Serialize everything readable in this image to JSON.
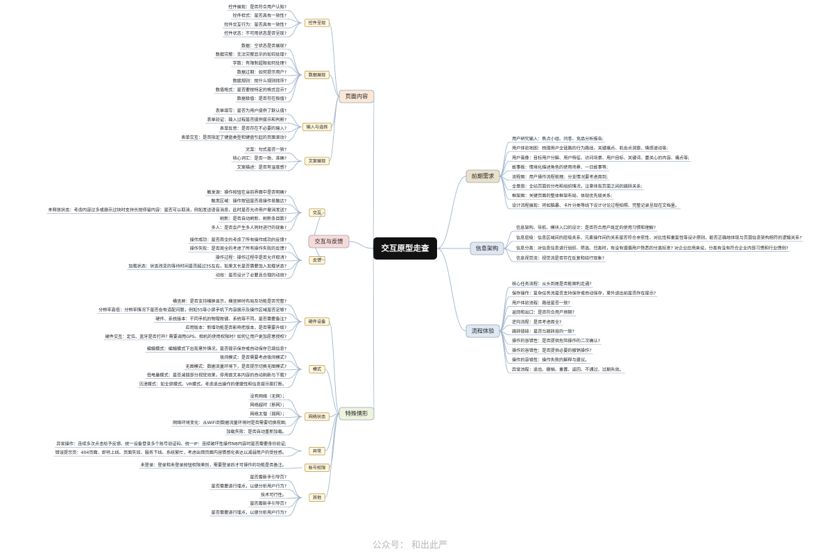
{
  "root": "交互原型走查",
  "watermark": "公众号： 和出此严",
  "colors": {
    "line": "#9fb4cc",
    "root_bg": "#111111",
    "root_text": "#ffffff",
    "page_content": "#fbe7d6",
    "interaction": "#f6dada",
    "special": "#eef3df",
    "early": "#e9e1c9",
    "info": "#dfe7f2",
    "flow": "#dfe9f3",
    "sub_border": "#b9933d",
    "sub_bg": "#fff6de"
  },
  "left": [
    {
      "label": "页面内容",
      "color": "page_content",
      "groups": [
        {
          "label": "控件呈现",
          "leaves": [
            "控件展现：是否符合用户认知?",
            "控件样式：是否具有一致性?",
            "控件交互行为：是否具有一致性?",
            "控件状态：不可用状态是否呈现?"
          ]
        },
        {
          "label": "数据展现",
          "leaves": [
            "数据：空状态是否展现?",
            "数据完整：无法完整显示的如何处理?",
            "字数：有限制超限如何处理?",
            "数据过期：如何提示用户?",
            "数据规则：按什么规则排序?",
            "数值格式：是否要按特定的格式显示?",
            "数据极值：是否存在极值?"
          ]
        },
        {
          "label": "输入与选择",
          "leaves": [
            "表单填写：是否为用户提供了默认值?",
            "表单验证：输入过程是否提供提示和判断?",
            "表单反思：是否存在不必要的输入?",
            "表单交互：是否指定了键盘类型和键盘引起的页面滚动?"
          ]
        },
        {
          "label": "文案展现",
          "leaves": [
            "文案：句式是否一致?",
            "核心词汇：是否一致、准确?",
            "文案描述：是否有温度感?"
          ]
        }
      ]
    },
    {
      "label": "交互与反馈",
      "color": "interaction",
      "groups": [
        {
          "label": "交互",
          "leaves": [
            "触发源：操作按钮在当前界面中是否明确?",
            "触发区域：操作按钮是否易操作易触达?",
            "未释放状态：考虑内容过多或展示过快时支持长按停留内容：是否可以取消，例如发送语音消息，此时是否允许用户撤消发送?",
            "刷新：是否自动刷新、刷新条目数?",
            "多人：是否会产生多人同时进行的现象?"
          ]
        },
        {
          "label": "反馈",
          "leaves": [
            "操作成功：是否周全的考虑了所有操作成功的反馈?",
            "操作失败：是否周全的考虑了所有操作失败的反馈?",
            "操作过程：操作过程中是否允许取消?",
            "加载状态：状态改变的等待时间是否超过3S左右，如果太长是否需要加入加载状态?",
            "动效：是否设计了必要且合理的动效?"
          ]
        }
      ]
    },
    {
      "label": "特殊情形",
      "color": "special",
      "groups": [
        {
          "label": "硬件设备",
          "leaves": [
            "横竖屏：是否支持横屏显示，横竖屏时布局及功能是否完整?",
            "分辨率高低：分辨率情况下是否会有适配问题，例如5S等小屏手机下内容展示及操作区域是否足够?",
            "硬件、系统版本：不同手机的物理按键、系统等不同，是否需要备注?",
            "应用版本：新增功能是否影响老版本，是否需要升级?",
            "硬件交互：定位、蓝牙是否打开? 需要调用GPS、相机的使用权限时? 如何让用户更加愿意授权?"
          ]
        },
        {
          "label": "模式",
          "leaves": [
            "编辑模式：编辑模式下出现意外情况，是否提示保存或自动保存已填信息?",
            "夜间模式：是否需要考虑夜间模式?",
            "无图模式：数据流量环境下，是否提示切换无图模式?",
            "低电量模式：是否减弱部分视觉效果，停用首文本内容的自动刷新与下载?",
            "沉浸模式：如全屏模式、VR模式，考虑退出操作的便捷性和信息提示脱打断。"
          ]
        },
        {
          "label": "网络状态",
          "leaves": [
            "没有网络（无网）；",
            "网络超时（断网）；",
            "网络太慢（弱网）；",
            "网络环境变化：从WIFI到数据流量环境时是否需要切换视图;",
            "加载失败：是否自动重新加载。"
          ]
        },
        {
          "label": "异常",
          "leaves": [
            "异常操作：连续多次点击给予反馈、统一设备登录多个账号验证码、统一IP：连续破坏性操作N8内容时是否需要身份验证;",
            "错误提示页：404页面、即将上线、页面失效、服务下线、系统繁忙，考虑出错页面内容情感化表达以减弱用户的受挫感。"
          ]
        },
        {
          "label": "账号权限",
          "leaves": [
            "未登录：登录和未登录按钮权限差别，需要登录后才可操作的功能是否备注。"
          ]
        },
        {
          "label": "其他",
          "leaves": [
            "是否需新手引导页?",
            "是否需要进行埋点，以便分析用户行为?",
            "技术可行性。",
            "是否需新手引导页?",
            "是否需要进行埋点，以便分析用户行为?"
          ]
        }
      ]
    }
  ],
  "right": [
    {
      "label": "前期需求",
      "color": "early",
      "leaves": [
        "用户研究输入：焦点小组、问卷、竞品分析报告;",
        "用户体验地图：梳理用户全链路的行为路径、关键痛点、机会点洞察、情感波动等;",
        "用户画像：目标用户分解、用户特征、访问场景、用户目标、关键词、最关心的内容、痛点等;",
        "故事板：情境化描述角色的使用场景、一日故事等;",
        "流程图：用户操作流程梳理、分支情况要考虑周到;",
        "全景图：全站页面的分布和组织情况，注意体现页面之间的跳转关系;",
        "框架图：关键页面的整体框架布局、体现优先级关系;",
        "设计流程展现：将如脑暴、卡片分类等线下设计讨论过程拍照、完整记录呈现在文档里。"
      ]
    },
    {
      "label": "信息架构",
      "color": "info",
      "leaves": [
        "信息架构、导航、模块入口的设计：是否符合用户既定的使用习惯和理解?",
        "信息层级：信息区域间的层级关系、元素操作间的关系是否符合亲密性、对比性和重复性等设计原则，能否正确地体现与页面信息架构相符的逻辑关系?",
        "信息分类：对信息信息进行组织、筛选、归类时，有没有遵循用户熟悉的分类标准? 对企业应用来说，分类有没有符合企业内部习惯和行业惯例?",
        "信息视觉流：视觉流是否存在反复和绕行现象?"
      ]
    },
    {
      "label": "流程体验",
      "color": "flow",
      "leaves": [
        "核心任务流程：从头到尾是否能顺利走通?",
        "保存操作：复杂任务流是否支持保存或自动保存，意外退出前是否存在提示?",
        "用户体验流程：路径是否一致?",
        "返回和出口：是否符合用户预期?",
        "逆向流程：是否考虑周全?",
        "跳转链接：是否与跳转目的一致?",
        "操作的容错性：是否提供危险操作的二次确认?",
        "操作的容错性：是否提供必要的撤销操作?",
        "操作的容错性：操作失败的解释与建议。",
        "异常流程：退出、撤销、重置、返回、不通过、过期失效。"
      ]
    }
  ]
}
